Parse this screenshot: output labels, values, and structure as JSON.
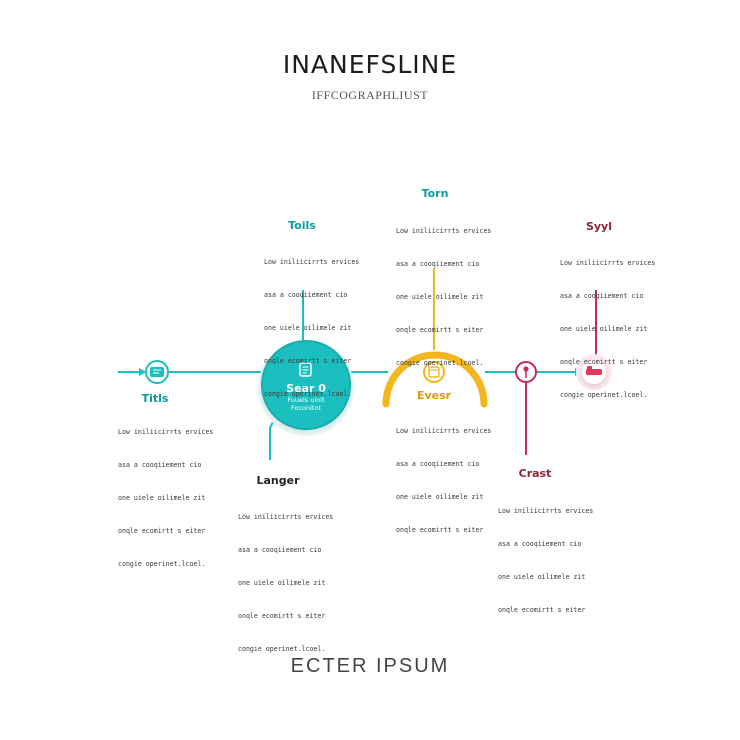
{
  "header": {
    "title": "INANEFSLINE",
    "subtitle": "IFFCOGRAPHLIUST"
  },
  "footer": {
    "text": "ECTER IPSUM"
  },
  "colors": {
    "teal": "#1bbfbf",
    "teal_dark": "#0e9a9a",
    "yellow": "#f3b61c",
    "crimson": "#c42d56",
    "red": "#e2385a"
  },
  "center_node": {
    "title": "Sear 0",
    "line1": "Fuuels uinlt",
    "line2": "Foconitot"
  },
  "steps": [
    {
      "id": "titls",
      "heading": "Titls",
      "lines": [
        "Low iniliicirrts ervices",
        "asa a cooqiiement cio",
        "one uiele oilimele zit",
        "onqle ecomirtt s eiter",
        "congie operinet.lcoel."
      ]
    },
    {
      "id": "toils",
      "heading": "Toils",
      "lines": [
        "Low iniliicirrts ervices",
        "asa a cooqiiement cio",
        "one uiele oilimele zit",
        "onqle ecomirtt s eiter",
        "congie operinet.lcoel."
      ]
    },
    {
      "id": "langer",
      "heading": "Langer",
      "lines": [
        "Low iniliicirrts ervices",
        "asa a cooqiiement cio",
        "one uiele oilimele zit",
        "onqle ecomirtt s eiter",
        "congie operinet.lcoel."
      ]
    },
    {
      "id": "torn",
      "heading": "Torn",
      "lines": [
        "Low iniliicirrts ervices",
        "asa a cooqiiement cio",
        "one uiele oilimele zit",
        "onqle ecomirtt s eiter",
        "congie operinet.lcoel."
      ]
    },
    {
      "id": "evesr",
      "heading": "Evesr",
      "lines": [
        "Low iniliicirrts ervices",
        "asa a cooqiiement cio",
        "one uiele oilimele zit",
        "onqle ecomirtt s eiter"
      ]
    },
    {
      "id": "crast",
      "heading": "Crast",
      "lines": [
        "Low iniliicirrts ervices",
        "asa a cooqiiement cio",
        "one uiele oilimele zit",
        "onqle ecomirtt s eiter"
      ]
    },
    {
      "id": "syyl",
      "heading": "Syyl",
      "lines": [
        "Low iniliicirrts ervices",
        "asa a cooqiiement cio",
        "one uiele oilimele zit",
        "onqle ecomirtt s eiter",
        "congie operinet.lcoel."
      ]
    }
  ],
  "icons": {
    "start": "message-icon",
    "center": "document-icon",
    "arc": "calendar-icon",
    "pin": "map-pin-icon",
    "end": "bed-icon"
  }
}
